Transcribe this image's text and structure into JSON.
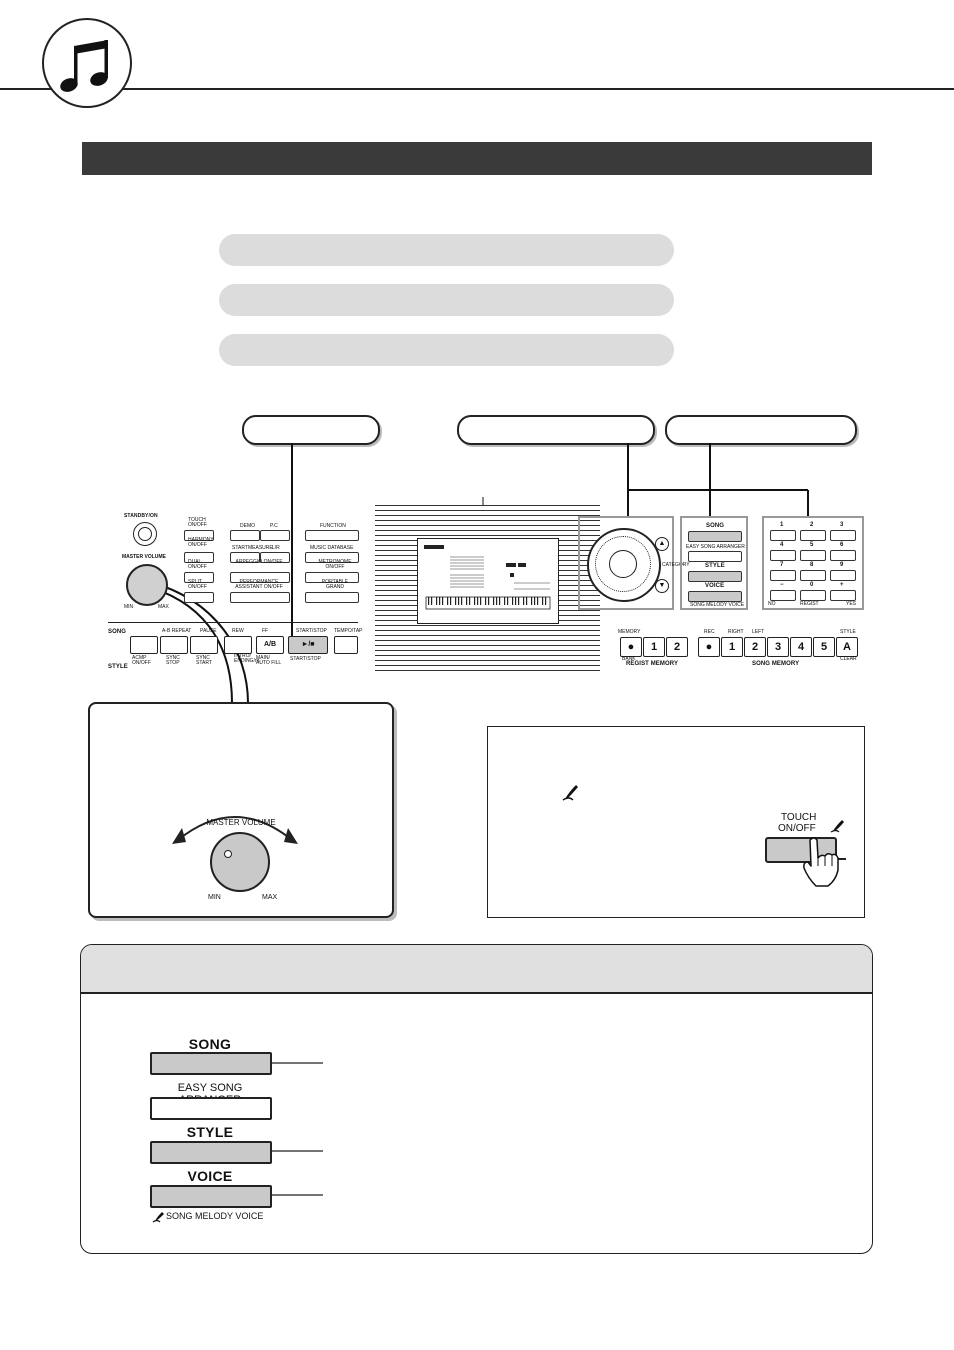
{
  "panel": {
    "standby": "STANDBY/ON",
    "master_volume": "MASTER VOLUME",
    "min": "MIN",
    "max": "MAX",
    "left_buttons": [
      {
        "top": "TOUCH ON/OFF",
        "top2": "DEMO",
        "top3": "P.C",
        "top4": "FUNCTION"
      },
      {
        "top": "HARMONY ON/OFF",
        "top2": "START",
        "top3": "L/R",
        "top4": "MUSIC DATABASE"
      }
    ],
    "row1": [
      "TOUCH ON/OFF",
      "DEMO",
      "P.C",
      "FUNCTION"
    ],
    "row2": [
      "HARMONY ON/OFF",
      "START",
      "MEASURE",
      "L/R",
      "MUSIC DATABASE"
    ],
    "row3": [
      "DUAL ON/OFF",
      "ARPEGGIO ON/OFF",
      "METRONOME ON/OFF"
    ],
    "row4": [
      "SPLIT ON/OFF",
      "PERFORMANCE ASSISTANT ON/OFF",
      "PORTABLE GRAND"
    ],
    "song_label": "SONG",
    "style_label": "STYLE",
    "transport_top": [
      "A-B REPEAT",
      "PAUSE",
      "REW",
      "FF",
      "START/STOP",
      "TEMPO/TAP"
    ],
    "transport_bottom": [
      "ACMP ON/OFF",
      "SYNC STOP",
      "SYNC START",
      "INTRO/ ENDING/rit.",
      "MAIN/ AUTO FILL",
      "START/STOP"
    ],
    "ab_label": "A/B",
    "play_label": "►/■",
    "category": "CATEGORY",
    "mode_buttons": [
      "SONG",
      "EASY SONG ARRANGER",
      "STYLE",
      "VOICE"
    ],
    "song_melody_voice": "SONG MELODY VOICE",
    "numpad": [
      "1",
      "2",
      "3",
      "4",
      "5",
      "6",
      "7",
      "8",
      "9",
      "−",
      "0",
      "+"
    ],
    "no": "NO",
    "regist": "REGIST",
    "yes": "YES",
    "memory": "MEMORY",
    "bank": "BANK",
    "regist_memory": "REGIST MEMORY",
    "rec": "REC",
    "right": "RIGHT",
    "left": "LEFT",
    "song_memory": "SONG MEMORY",
    "clear": "CLEAR",
    "regist_keys": [
      "●",
      "1",
      "2"
    ],
    "song_keys": [
      "●",
      "1",
      "2",
      "3",
      "4",
      "5",
      "A"
    ]
  },
  "touch_box": {
    "label_line1": "TOUCH",
    "label_line2": "ON/OFF"
  },
  "volume_box": {
    "label": "MASTER VOLUME",
    "min": "MIN",
    "max": "MAX"
  },
  "bottom": {
    "song": "SONG",
    "easy_song_arranger": "EASY SONG ARRANGER",
    "style": "STYLE",
    "voice": "VOICE",
    "song_melody_voice": "SONG MELODY VOICE"
  },
  "colors": {
    "header_bar": "#3a3a3a",
    "pill": "#dcdcdc",
    "button_gray": "#c9c9c9",
    "section_gray": "#e0e0e0"
  }
}
